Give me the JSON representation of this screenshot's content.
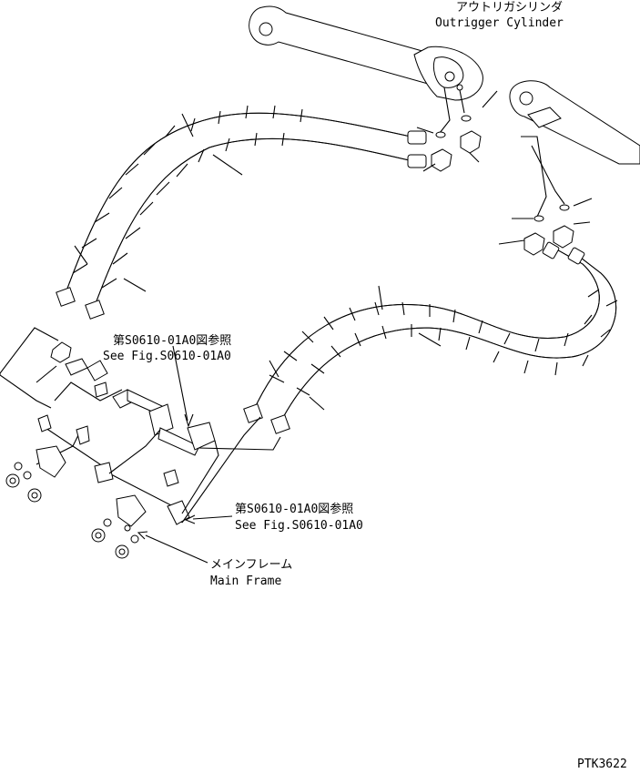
{
  "labels": {
    "outrigger_jp": "アウトリガシリンダ",
    "outrigger_en": "Outrigger Cylinder",
    "ref1_jp": "第S0610-01A0図参照",
    "ref1_en": "See Fig.S0610-01A0",
    "ref2_jp": "第S0610-01A0図参照",
    "ref2_en": "See Fig.S0610-01A0",
    "mainframe_jp": "メインフレーム",
    "mainframe_en": "Main Frame",
    "drawing_code": "PTK3622"
  }
}
